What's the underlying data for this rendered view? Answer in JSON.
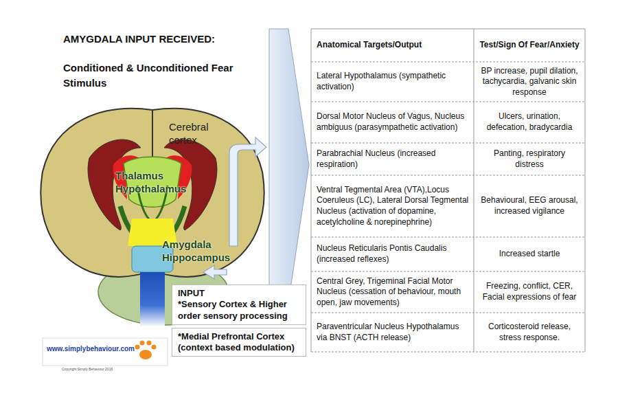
{
  "diagram": {
    "title": "AMYGDALA INPUT RECEIVED:",
    "nodes": [
      {
        "text": [
          "INPUT",
          "*Sensory Cortex & Higher order sensory processing"
        ]
      },
      {
        "text": [
          "*Medial Prefrontal Cortex (context based modulation)"
        ]
      }
    ],
    "labels": [
      "Conditioned & Unconditioned Fear Stimulus",
      "Cerebral cortex",
      "Thalamus Hypothalamus",
      "Amygdala Hippocampus",
      "www.simplybehaviour.com",
      "Copyright Simply Behaviour 2016",
      "Anatomical Targets/Output",
      "Test/Sign Of Fear/Anxiety",
      "Lateral Hypothalamus (sympathetic activation)",
      "BP increase, pupil dilation, tachycardia, galvanic skin response",
      "Dorsal Motor Nucleus of Vagus, Nucleus ambiguus (parasympathetic activation)",
      "Ulcers, urination, defecation, bradycardia",
      "Parabrachial Nucleus (increased respiration)",
      "Panting, respiratory distress",
      "Ventral Tegmental Area (VTA),Locus Coeruleus (LC), Lateral Dorsal Tegmental Nucleus (activation of dopamine, acetylcholine & norepinephrine)",
      "Behavioural, EEG arousal, increased vigilance",
      "Nucleus Reticularis Pontis Caudalis (increased reflexes)",
      "Increased startle",
      "Central Grey, Trigeminal Facial Motor Nucleus (cessation of behaviour, mouth open, jaw movements)",
      "Freezing, conflict, CER, Facial expressions of fear",
      "Paraventricular Nucleus Hypothalamus via BNST (ACTH release)",
      "Corticosteroid release, stress response."
    ]
  }
}
